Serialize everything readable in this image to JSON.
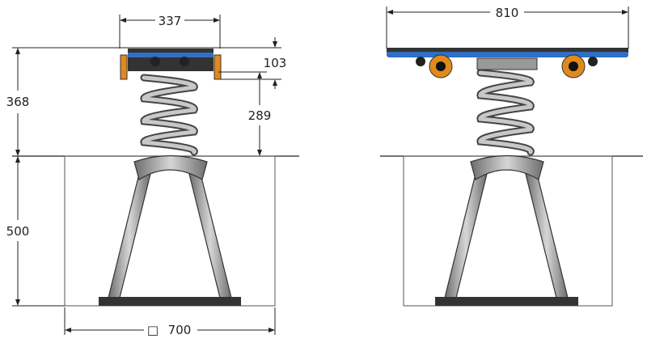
{
  "dimensions": {
    "platform_width_side": "337",
    "platform_thickness": "103",
    "total_height_above_ground": "368",
    "spring_height": "289",
    "depth_below_ground": "500",
    "footprint_square": "700",
    "footprint_symbol": "□",
    "platform_width_front": "810"
  },
  "colors": {
    "platform_blue": "#2f6fc4",
    "roller_orange": "#e08a1e",
    "steel_grey": "#9a9a9a",
    "line": "#222222"
  },
  "icons": {
    "square-symbol": "square-footprint-icon"
  }
}
